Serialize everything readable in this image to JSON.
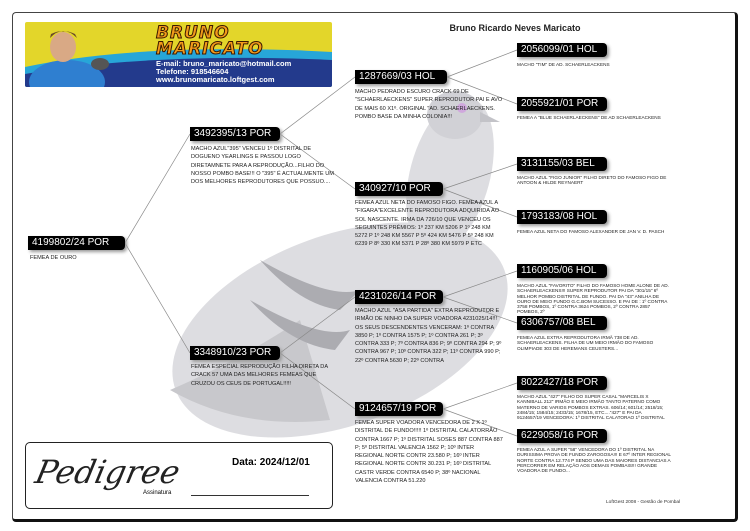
{
  "banner": {
    "first_name": "BRUNO",
    "last_name": "MARICATO",
    "email": "E-mail: bruno_maricato@hotmail.com",
    "phone": "Telefone: 918546604",
    "website": "www.brunomaricato.loftgest.com"
  },
  "owner": "Bruno Ricardo Neves Maricato",
  "pedigree": [
    {
      "ring": "4199802/24 POR",
      "desc": "FEMEA DE OURO"
    },
    {
      "ring": "3492395/13 POR",
      "desc": "MACHO AZUL\"395\" VENCEU 1º DISTRITAL DE DOGUENO YEARLINGS E PASSOU LOGO DIRETAMNETE PARA A REPRODUÇÃO...FILHO DO NOSSO POMBO BASE!!! O \"395\" É ACTUALMENTE UM DOS MELHORES REPRODUTORES QUE POSSUO...."
    },
    {
      "ring": "3348910/23 POR",
      "desc": "FEMEA ESPECIAL REPRODUÇÃO FILHA DIRETA DA CRACK 57 UMA DAS MELHORES FEMEAS QUE CRUZOU OS CEUS DE PORTUGAL!!!!!"
    },
    {
      "ring": "1287669/03 HOL",
      "desc": "MACHO PEDRADO ESCURO CRACK 69 DE \"SCHAERLAECKENS\" SUPER REPRODUTOR PAI E AVO DE MAIS 60 X1º. ORIGINAL \"AD. SCHAERLAECKENS. POMBO BASE DA MINHA COLONIA!!!"
    },
    {
      "ring": "340927/10 POR",
      "desc": "FEMEA AZUL NETA DO FAMOSO FIGO. FEMEA AZUL A \"FIGARA\"EXCELENTE REPRODUTORA ADQUIRIDA AO SOL NASCENTE. IRMA DA 726/10 QUE VENCEU OS SEGUINTES PRÉMIOS: 1º 237 KM 5206 P 1º 248 KM 5272 P 1º 248 KM 5567 P 5º 424 KM 5476 P 5º 248 KM 6239 P 8º 330 KM 5371 P 28º 380 KM 5979 P ETC"
    },
    {
      "ring": "4231026/14 POR",
      "desc": "MACHO AZUL \"ASA PARTIDA\" EXTRA REPRODUTOR E IRMÃO DE NINHO DA SUPER VOADORA 4231025/14!!! OS SEUS DESCENDENTES VENCERAM: 1º CONTRA 3850 P; 1º CONTRA 1575 P; 1º CONTRA 261 P; 3º CONTRA 333 P; 7º CONTRA 836 P; 9º CONTRA 294 P; 9º CONTRA 967 P; 10º CONTRA 322 P; 11º CONTRA 990 P; 22º CONTRA 5630 P; 22º CONTRA"
    },
    {
      "ring": "9124657/19 POR",
      "desc": "FEMEA SUPER VOADORA VENCEDORA DE 2 X 1º DISTRITAL DE FUNDO!!!!! 1º DISTRITAL CALATORRÃO CONTRA 1667 P; 1º DISTRITAL SOSES 887 CONTRA 887 P; 5º DISTRITAL VALENCIA 1562 P; 10º INTER REGIONAL NORTE CONTR 23.580 P; 16º INTER REGIONAL NORTE CONTR 30.231 P; 16º DISTRITAL CASTR VERDE CONTRA 6540 P; 38º NACIONAL VALENCIA CONTRA 51.220"
    },
    {
      "ring": "2056099/01 HOL",
      "desc": "MACHO \"TIM\" DE AD. SCHAERLEACKENS"
    },
    {
      "ring": "2055921/01 POR",
      "desc": "FEMEA A \"BLUE SCHAERLAECKENS\" DE AD SCHAERLEACKENS"
    },
    {
      "ring": "3131155/03 BEL",
      "desc": "MACHO AZUL \"FIGO JUNIOR\" FILHO DIRETO DO FAMOSO FIGO DE ANTOON & HILDE REYNAERT"
    },
    {
      "ring": "1793183/08 HOL",
      "desc": "FEMEA AZUL NETA DO FAMOSO ALEXANDER DE JAN V. D. PASCH"
    },
    {
      "ring": "1160905/06 HOL",
      "desc": "MACHO AZUL \"FAVORITO\" FILHO DO FAMOSO HOME ALONE DE AD. SCHAERLEACKENS!!! SUPER REPRODUTOR PAI DA \"301/15\" 6º MELHOR POMBO DISTRITAL DE FUNDO. PAI DA \"43\" ANILHA DE OURO DE MEIO FUNDO G.C.BOM SUCESSO. E PAI DE : 1º CONTRA 3758 POMBOS, 1º CONTRA 3624 POMBOS, 2º CONTRA 2857 POMBOS, 2º"
    },
    {
      "ring": "6306757/08 BEL",
      "desc": "FEMEA AZUL EXTRA REPRODUTORA IRMÃ 738 DE AD. SCHAERLEACKENS. FILHA DE UM MEIO IRMÃO DO FAMOSO OLIMPIADE 303 DE HEREMANS CEUSTERS..."
    },
    {
      "ring": "8022427/18 POR",
      "desc": "MACHO AZUL \"427\" FILHO DO SUPER CASAL \"MARCELIS X KANNIBALL 212\" IRMÃO E MEIO IRMÃO TANTO PATERNO COMO MATERNO DE VARIOS POMBOS EXTRAS. 606/14; 601/14; 2518/15; 2484/15; 1584/15; 2433/15; 1678/15, ETC....\"427\" E PAI DA 9124657/19 VENCEDORA: 1º DISTRITAL CALATORAO 1º DISTRITAL"
    },
    {
      "ring": "6229058/16 POR",
      "desc": "FEMEA AZUL A SUPER \"58\" VENCEDORA DO 1º DISTRITAL NA DURISSIMA PROVA DE FUNDO ZAROGOSA!!! E 67º INTER REGIONAL NORTE CONTRA 12.774 P SENDO UMA DAS MAIORES DISTANCIAS A PERCORRER EM RELAÇÃO AOS DEMAIS POMBAIS!!! GRANDE VOADORA DE FUNDO..."
    }
  ],
  "footer": {
    "logo_text": "Pedigree",
    "date": "Data: 2024/12/01",
    "signature_label": "Assinatura"
  },
  "credit": "LoftGest 2008 - Gestão de Pombal"
}
